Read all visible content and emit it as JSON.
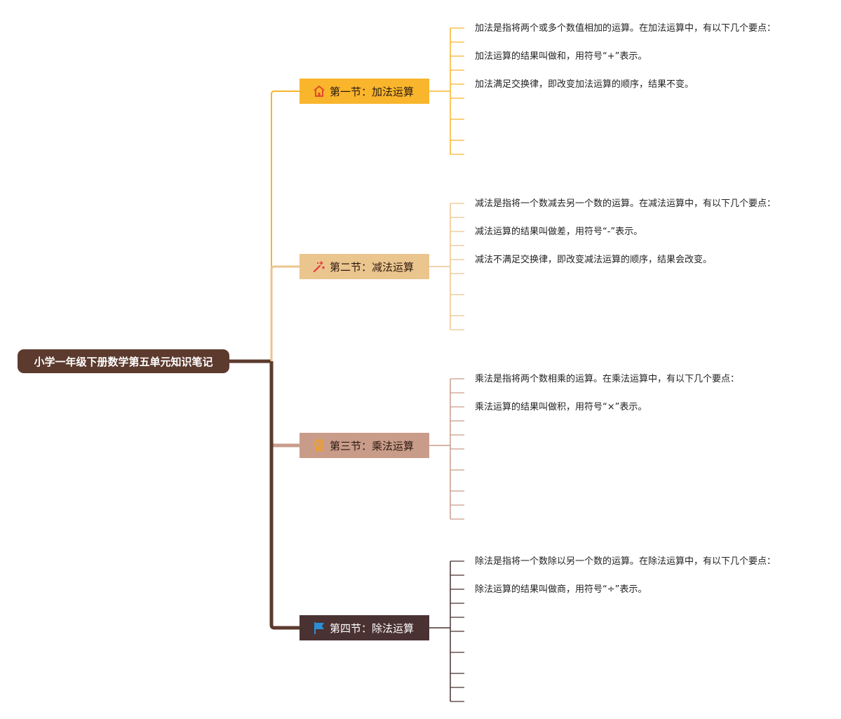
{
  "root": {
    "title": "小学一年级下册数学第五单元知识笔记"
  },
  "colors": {
    "root": "#5c3a2e",
    "branch1": "#f9b52c",
    "branch2": "#ebc58e",
    "branch3": "#c99c8a",
    "branch4": "#4a3232"
  },
  "branches": [
    {
      "icon": "house-icon",
      "label": "第一节：加法运算",
      "items": [
        "加法是指将两个或多个数值相加的运算。在加法运算中，有以下几个要点：",
        "加法运算的结果叫做和，用符号“+”表示。",
        "加法满足交换律，即改变加法运算的顺序，结果不变。"
      ]
    },
    {
      "icon": "magic-wand-icon",
      "label": "第二节：减法运算",
      "items": [
        "减法是指将一个数减去另一个数的运算。在减法运算中，有以下几个要点：",
        "减法运算的结果叫做差，用符号“-”表示。",
        "减法不满足交换律，即改变减法运算的顺序，结果会改变。"
      ]
    },
    {
      "icon": "medal-icon",
      "label": "第三节：乘法运算",
      "items": [
        "乘法是指将两个数相乘的运算。在乘法运算中，有以下几个要点：",
        "乘法运算的结果叫做积，用符号“×”表示。"
      ]
    },
    {
      "icon": "flag-icon",
      "label": "第四节：除法运算",
      "items": [
        "除法是指将一个数除以另一个数的运算。在除法运算中，有以下几个要点：",
        "除法运算的结果叫做商，用符号“÷”表示。"
      ]
    }
  ]
}
